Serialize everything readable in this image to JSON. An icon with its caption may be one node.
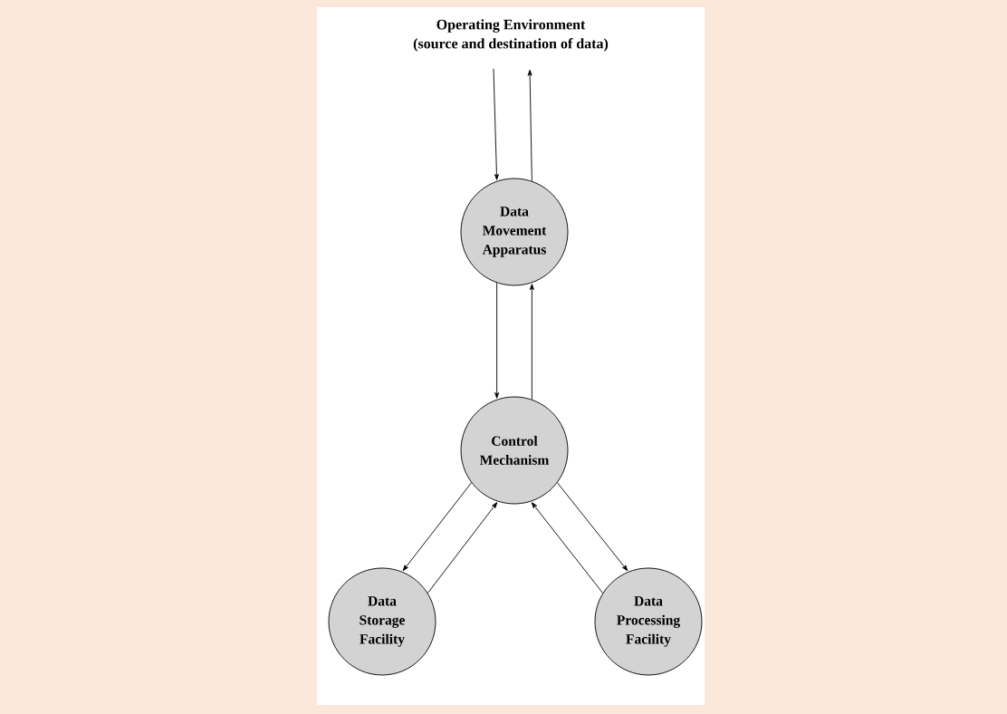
{
  "diagram": {
    "nodes": [
      {
        "text": [
          "Operating Environment",
          "(source and destination of data)"
        ]
      },
      {
        "text": [
          "Data Movement Apparatus"
        ]
      },
      {
        "text": [
          "Control Mechanism"
        ]
      },
      {
        "text": [
          "Data Storage Facility"
        ]
      },
      {
        "text": [
          "Data Processing Facility"
        ]
      }
    ],
    "edges": [
      {
        "from": 0,
        "to": 1,
        "arrow": "to"
      },
      {
        "from": 1,
        "to": 0,
        "arrow": "to"
      },
      {
        "from": 1,
        "to": 2,
        "arrow": "to"
      },
      {
        "from": 2,
        "to": 1,
        "arrow": "to"
      },
      {
        "from": 2,
        "to": 3,
        "arrow": "to"
      },
      {
        "from": 3,
        "to": 2,
        "arrow": "to"
      },
      {
        "from": 2,
        "to": 4,
        "arrow": "to"
      },
      {
        "from": 4,
        "to": 2,
        "arrow": "to"
      }
    ]
  }
}
